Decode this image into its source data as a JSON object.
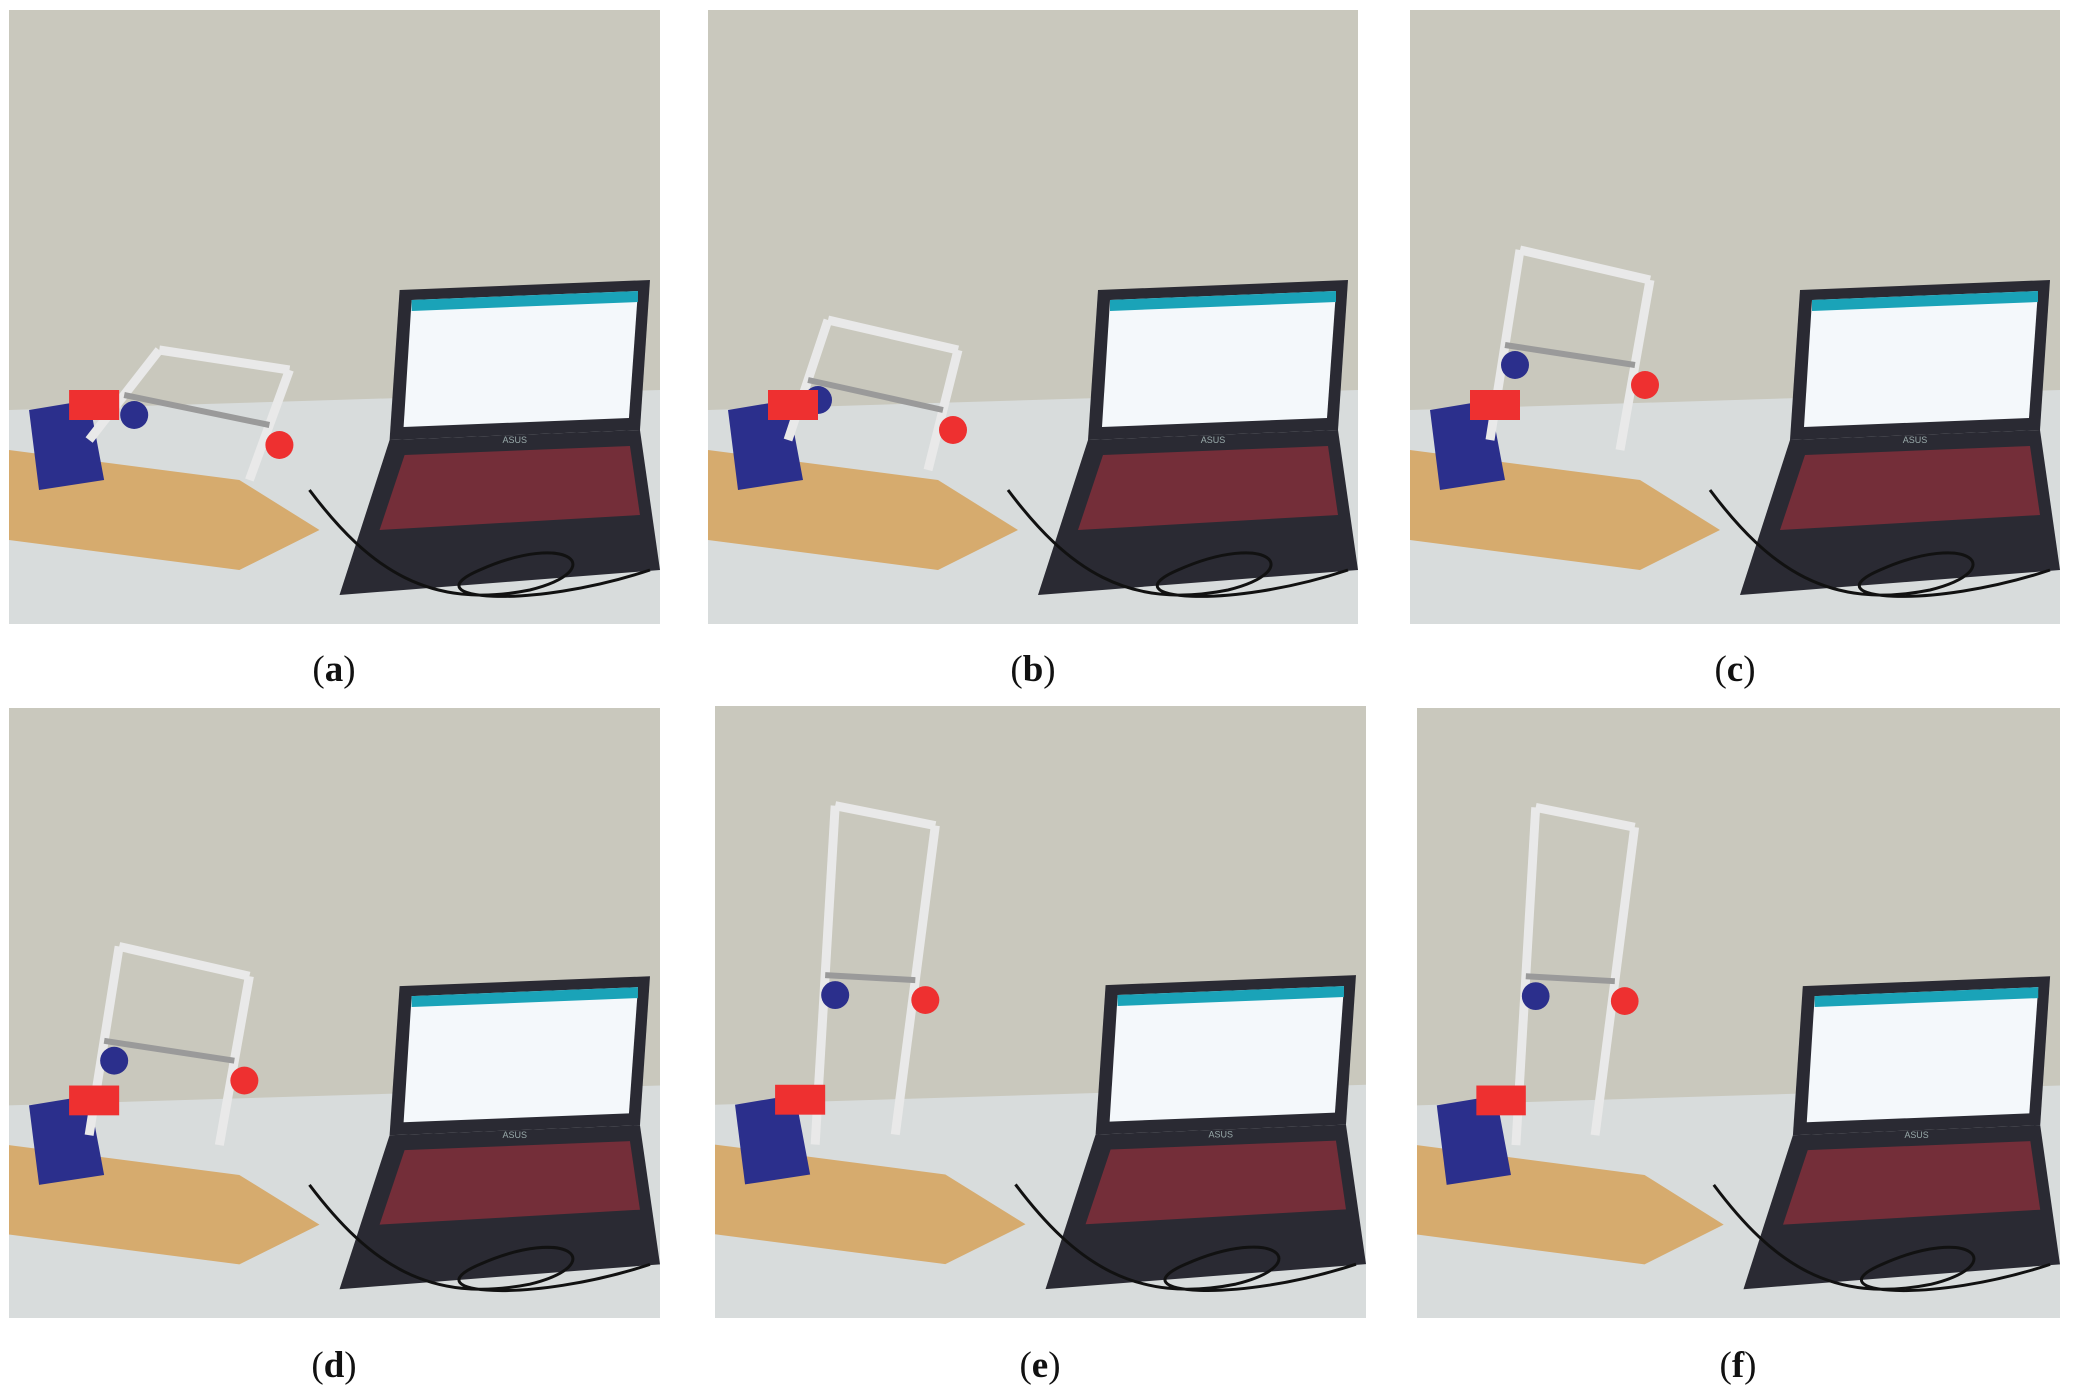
{
  "figure": {
    "panels": [
      {
        "id": "a",
        "caption_open": "(",
        "caption_letter": "a",
        "caption_close": ")",
        "arm_pose": "lowered"
      },
      {
        "id": "b",
        "caption_open": "(",
        "caption_letter": "b",
        "caption_close": ")",
        "arm_pose": "slightly-raised"
      },
      {
        "id": "c",
        "caption_open": "(",
        "caption_letter": "c",
        "caption_close": ")",
        "arm_pose": "raised"
      },
      {
        "id": "d",
        "caption_open": "(",
        "caption_letter": "d",
        "caption_close": ")",
        "arm_pose": "raised"
      },
      {
        "id": "e",
        "caption_open": "(",
        "caption_letter": "e",
        "caption_close": ")",
        "arm_pose": "upright"
      },
      {
        "id": "f",
        "caption_open": "(",
        "caption_letter": "f",
        "caption_close": ")",
        "arm_pose": "upright"
      }
    ],
    "laptop_brand": "ASUS",
    "colors": {
      "wall": "#c9c8bd",
      "table": "#d8dcdc",
      "wood_base": "#d6ab6e",
      "blue_parts": "#2b2f8c",
      "red_parts": "#ee3030",
      "laptop_body": "#2a2a33",
      "keyboard_glow": "#b0323e",
      "screen": "#f4f8fb",
      "screen_header": "#1aa3b8"
    }
  }
}
